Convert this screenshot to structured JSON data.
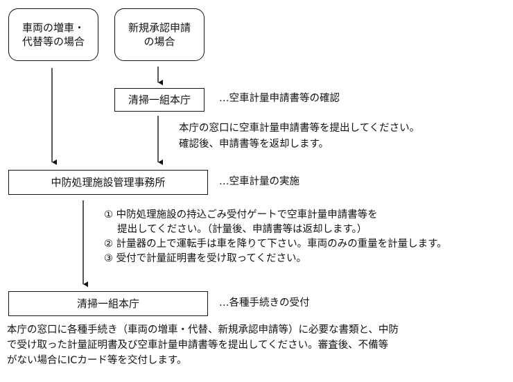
{
  "start_boxes": [
    {
      "line1": "車両の増車・",
      "line2": "代替等の場合"
    },
    {
      "line1": "新規承認申請",
      "line2": "の場合"
    }
  ],
  "step1": {
    "box": "清掃一組本庁",
    "note": "…空車計量申請書等の確認",
    "detail": [
      "本庁の窓口に空車計量申請書等を提出してください。",
      "確認後、申請書等を返却します。"
    ]
  },
  "step2": {
    "box": "中防処理施設管理事務所",
    "note": "…空車計量の実施",
    "detail": [
      "① 中防処理施設の持込ごみ受付ゲートで空車計量申請書等を",
      "　 提出してください。（計量後、申請書等は返却します。）",
      "② 計量器の上で運転手は車を降りて下さい。車両のみの重量を計量します。",
      "③ 受付で計量証明書を受け取ってください。"
    ]
  },
  "step3": {
    "box": "清掃一組本庁",
    "note": "…各種手続きの受付"
  },
  "footer": [
    "本庁の窓口に各種手続き（車両の増車・代替、新規承認申請等）に必要な書類と、中防",
    "で受け取った計量証明書及び空車計量申請書等を提出してください。審査後、不備等",
    "がない場合にICカード等を交付します。"
  ]
}
